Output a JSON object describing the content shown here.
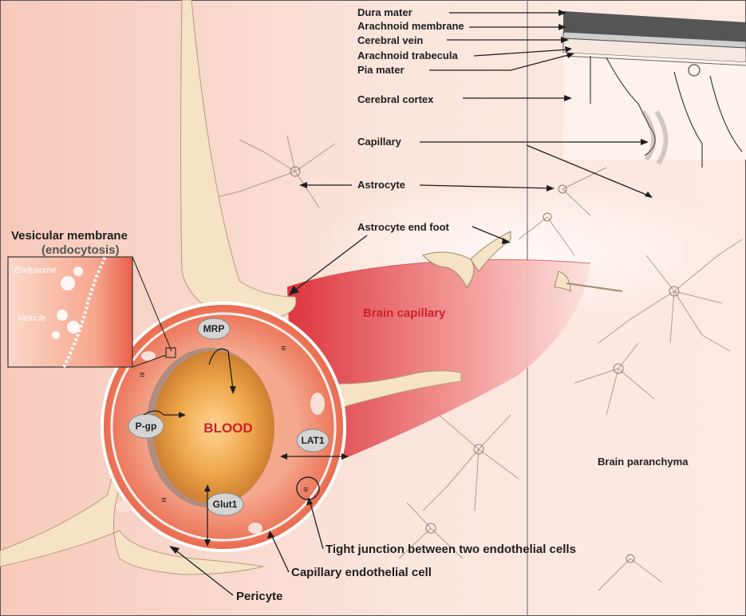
{
  "layers": [
    {
      "label": "Dura mater"
    },
    {
      "label": "Arachnoid membrane"
    },
    {
      "label": "Cerebral vein"
    },
    {
      "label": "Arachnoid trabecula"
    },
    {
      "label": "Pia mater"
    },
    {
      "label": "Cerebral cortex"
    }
  ],
  "structures": {
    "capillary": "Capillary",
    "astrocyte": "Astrocyte",
    "astrocyte_end_foot": "Astrocyte end foot",
    "brain_capillary": "Brain capillary",
    "brain_parenchyma": "Brain paranchyma"
  },
  "inset": {
    "title_line1": "Vesicular membrane",
    "title_line2": "(endocytosis)",
    "endosome": "Endpsome",
    "vesicle": "Vesicle"
  },
  "cross_section": {
    "lumen": "BLOOD",
    "transporters": [
      "MRP",
      "P-gp",
      "LAT1",
      "Glut1"
    ]
  },
  "callouts": {
    "tight_junction": "Tight junction between two endothelial cells",
    "endothelial_cell": "Capillary endothelial cell",
    "pericyte": "Pericyte"
  },
  "colors": {
    "background_pink": "#f9d9cf",
    "capillary_red": "#d9232d",
    "endothelium": "#ef8266",
    "blood_core": "#e08a2a",
    "astrocyte_tan": "#f6e3c6"
  }
}
